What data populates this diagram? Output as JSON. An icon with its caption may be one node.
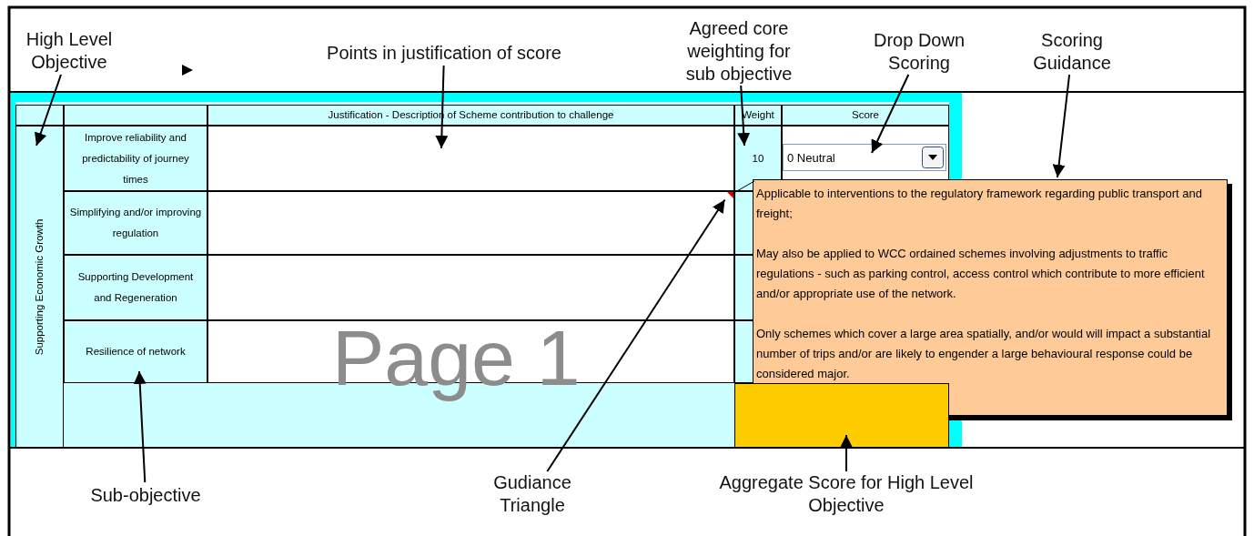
{
  "diagram": {
    "nodes": [
      {
        "text": [
          "High Level Objective"
        ]
      },
      {
        "text": [
          "Points in justification of score"
        ]
      },
      {
        "text": [
          "Agreed core weighting for sub objective"
        ]
      },
      {
        "text": [
          "Drop Down Scoring"
        ]
      },
      {
        "text": [
          "Scoring Guidance"
        ]
      },
      {
        "text": [
          "Sub-objective"
        ]
      },
      {
        "text": [
          "Gudiance Triangle"
        ]
      },
      {
        "text": [
          "Aggregate Score for High Level Objective"
        ]
      },
      {
        "text": [
          "Justification - Description of Scheme contribution to challenge"
        ]
      },
      {
        "text": [
          "Weight"
        ]
      },
      {
        "text": [
          "Score"
        ]
      },
      {
        "text": [
          "Supporting Economic Growth"
        ]
      },
      {
        "text": [
          "Improve reliability and predictability of journey times"
        ]
      },
      {
        "text": [],
        "shape": "box"
      },
      {
        "text": [
          "10"
        ]
      },
      {
        "text": [
          "0 Neutral"
        ]
      },
      {
        "text": [
          "Simplifying and/or improving regulation"
        ]
      },
      {
        "text": [],
        "shape": "box"
      },
      {
        "text": [
          "Supporting Development and Regeneration"
        ]
      },
      {
        "text": [],
        "shape": "box"
      },
      {
        "text": [
          "Resilience of network"
        ]
      },
      {
        "text": [],
        "shape": "box"
      },
      {
        "text": [],
        "shape": "triangle",
        "in": 17
      },
      {
        "text": [
          "Applicable to interventions to the regulatory framework regarding public transport and freight;",
          "May also be applied to WCC ordained schemes involving adjustments to traffic regulations - such as parking control, access control which contribute to more efficient and/or appropriate use of the network.",
          "Only schemes which cover a large area spatially, and/or would will impact a substantial number of trips and/or are likely to engender a large behavioural response could be considered major."
        ]
      },
      {
        "text": [],
        "shape": "box"
      }
    ],
    "edges": [
      {
        "from": 0,
        "to": 11,
        "arrow": "to"
      },
      {
        "from": 1,
        "to": 13,
        "arrow": "to"
      },
      {
        "from": 2,
        "to": 14,
        "arrow": "to"
      },
      {
        "from": 3,
        "to": 15,
        "arrow": "to"
      },
      {
        "from": 4,
        "to": 23,
        "arrow": "to"
      },
      {
        "from": 5,
        "to": 20,
        "arrow": "to"
      },
      {
        "from": 6,
        "to": 22,
        "arrow": "to"
      },
      {
        "from": 7,
        "to": 24,
        "arrow": "to"
      },
      {
        "from": 23,
        "to": 22,
        "arrow": "none"
      }
    ],
    "labels": [
      "Page 1"
    ]
  }
}
